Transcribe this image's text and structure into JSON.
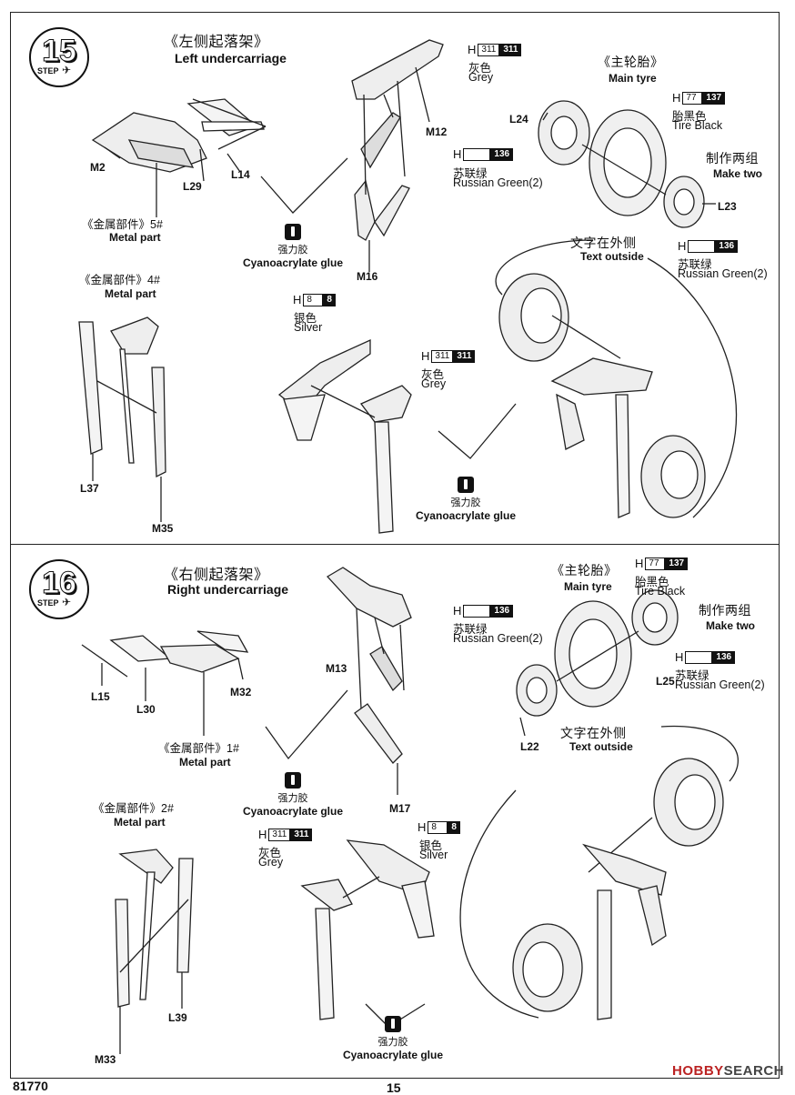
{
  "step15": {
    "number": "15",
    "step_word": "STEP",
    "title_cn": "《左侧起落架》",
    "title_en": "Left undercarriage",
    "parts": {
      "m2": "M2",
      "l29": "L29",
      "l14": "L14",
      "m12": "M12",
      "m16": "M16",
      "l24": "L24",
      "l23": "L23",
      "l37": "L37",
      "m35": "M35"
    },
    "metal_cn_a": "《金属部件》5#",
    "metal_en_a": "Metal part",
    "metal_cn_b": "《金属部件》4#",
    "metal_en_b": "Metal part",
    "glue_cn": "强力胶",
    "glue_en": "Cyanoacrylate glue",
    "paint_grey": {
      "h": "H",
      "code": "311",
      "code_b": "311",
      "cn": "灰色",
      "en": "Grey"
    },
    "main_tyre_cn": "《主轮胎》",
    "main_tyre_en": "Main tyre",
    "paint_tire": {
      "h": "H",
      "code": "77",
      "code_b": "137",
      "cn": "胎黑色",
      "en": "Tire Black"
    },
    "paint_green_a": {
      "h": "H",
      "code": "",
      "code_b": "136",
      "cn": "苏联绿",
      "en": "Russian Green(2)"
    },
    "make_two_cn": "制作两组",
    "make_two_en": "Make two",
    "text_outside_cn": "文字在外侧",
    "text_outside_en": "Text outside",
    "paint_green_b": {
      "h": "H",
      "code": "",
      "code_b": "136",
      "cn": "苏联绿",
      "en": "Russian Green(2)"
    },
    "paint_silver": {
      "h": "H",
      "code": "8",
      "code_b": "8",
      "cn": "银色",
      "en": "Silver"
    },
    "paint_grey2": {
      "h": "H",
      "code": "311",
      "code_b": "311",
      "cn": "灰色",
      "en": "Grey"
    },
    "glue2_cn": "强力胶",
    "glue2_en": "Cyanoacrylate glue"
  },
  "step16": {
    "number": "16",
    "step_word": "STEP",
    "title_cn": "《右侧起落架》",
    "title_en": "Right undercarriage",
    "parts": {
      "l15": "L15",
      "l30": "L30",
      "m32": "M32",
      "m13": "M13",
      "m17": "M17",
      "l25": "L25",
      "l22": "L22",
      "l39": "L39",
      "m33": "M33"
    },
    "metal_cn_a": "《金属部件》1#",
    "metal_en_a": "Metal part",
    "metal_cn_b": "《金属部件》2#",
    "metal_en_b": "Metal part",
    "glue_cn": "强力胶",
    "glue_en": "Cyanoacrylate glue",
    "main_tyre_cn": "《主轮胎》",
    "main_tyre_en": "Main tyre",
    "paint_tire": {
      "h": "H",
      "code": "77",
      "code_b": "137",
      "cn": "胎黑色",
      "en": "Tire Black"
    },
    "paint_green_a": {
      "h": "H",
      "code": "",
      "code_b": "136",
      "cn": "苏联绿",
      "en": "Russian Green(2)"
    },
    "make_two_cn": "制作两组",
    "make_two_en": "Make two",
    "paint_green_b": {
      "h": "H",
      "code": "",
      "code_b": "136",
      "cn": "苏联绿",
      "en": "Russian Green(2)"
    },
    "text_outside_cn": "文字在外侧",
    "text_outside_en": "Text outside",
    "paint_grey": {
      "h": "H",
      "code": "311",
      "code_b": "311",
      "cn": "灰色",
      "en": "Grey"
    },
    "paint_silver": {
      "h": "H",
      "code": "8",
      "code_b": "8",
      "cn": "银色",
      "en": "Silver"
    },
    "glue2_cn": "强力胶",
    "glue2_en": "Cyanoacrylate glue"
  },
  "footer": {
    "kit_number": "81770",
    "page_number": "15"
  },
  "watermark": {
    "part1": "HOBBY",
    "part2": "SEARCH"
  },
  "icons": [
    "plane-icon",
    "glue-bottle-icon",
    "wheel-illustration",
    "strut-illustration"
  ]
}
